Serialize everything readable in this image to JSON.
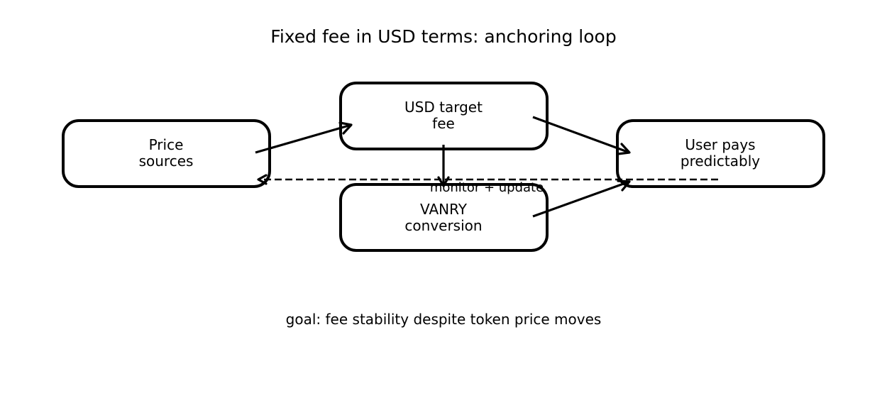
{
  "title": "Fixed fee in USD terms: anchoring loop",
  "nodes": {
    "price_sources": {
      "lines": [
        "Price",
        "sources"
      ]
    },
    "usd_target": {
      "lines": [
        "USD target",
        "fee"
      ]
    },
    "vanry": {
      "lines": [
        "VANRY",
        "conversion"
      ]
    },
    "user_pays": {
      "lines": [
        "User pays",
        "predictably"
      ]
    }
  },
  "feedback_label": "monitor + update",
  "footer": "goal: fee stability despite token price moves"
}
